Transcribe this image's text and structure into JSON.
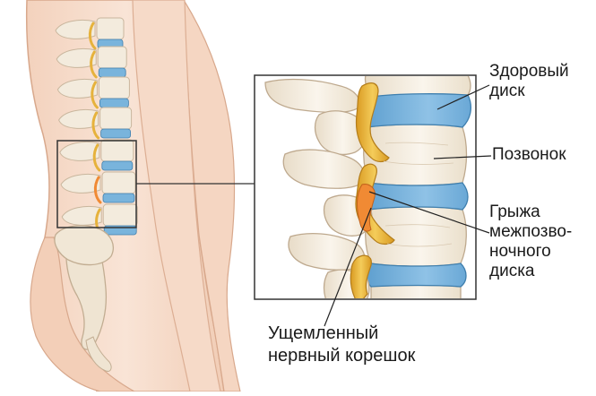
{
  "labels": {
    "healthy_disc": [
      "Здоровый",
      "диск"
    ],
    "vertebra": [
      "Позвонок"
    ],
    "herniation": [
      "Грыжа",
      "межпозво-",
      "ночного",
      "диска"
    ],
    "pinched_root": [
      "Ущемленный",
      "нервный корешок"
    ]
  },
  "colors": {
    "skin": "#f7dccb",
    "skin_outline": "#d9a58b",
    "bone": "#f3ebdd",
    "bone_outline": "#c9b69d",
    "disc": "#79b4dc",
    "disc_outline": "#3f7fae",
    "nerve": "#e6b23c",
    "herniation": "#f08a34",
    "leader_line": "#222222",
    "frame": "#333333"
  },
  "icons": {
    "body_silhouette": "lower-back-torso-icon",
    "spine": "lumbar-spine-icon"
  }
}
